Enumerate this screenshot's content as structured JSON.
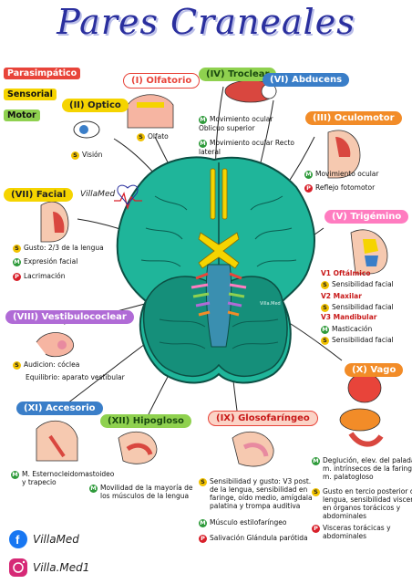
{
  "title": "Pares Craneales",
  "legend": {
    "para": "Parasimpático",
    "sens": "Sensorial",
    "motor": "Motor"
  },
  "brand": "VillaMed",
  "brain_label": "Villa.Med",
  "colors": {
    "para": "#e8443a",
    "sens": "#f5d400",
    "motor": "#8fd14f",
    "brain": "#1fb59a",
    "brain_dark": "#0f7a68"
  },
  "nerves": {
    "I": {
      "num": "(I)",
      "name": "Olfatorio",
      "lines": [
        {
          "type": "S",
          "text": "Olfato"
        }
      ]
    },
    "II": {
      "num": "(II)",
      "name": "Optico",
      "lines": [
        {
          "type": "S",
          "text": "Visión"
        }
      ]
    },
    "IV": {
      "num": "(IV)",
      "name": "Troclear",
      "lines": [
        {
          "type": "M",
          "text": "Movimiento ocular Oblicuo superior"
        }
      ]
    },
    "VI": {
      "num": "(VI)",
      "name": "Abducens",
      "lines": [
        {
          "type": "M",
          "text": "Movimiento ocular Recto lateral"
        }
      ]
    },
    "III": {
      "num": "(III)",
      "name": "Oculomotor",
      "lines": [
        {
          "type": "M",
          "text": "Movimiento ocular"
        },
        {
          "type": "P",
          "text": "Reflejo fotomotor"
        }
      ]
    },
    "VII": {
      "num": "(VII)",
      "name": "Facial",
      "lines": [
        {
          "type": "S",
          "text": "Gusto: 2/3 de la lengua"
        },
        {
          "type": "M",
          "text": "Expresión facial"
        },
        {
          "type": "P",
          "text": "Lacrimación"
        }
      ]
    },
    "V": {
      "num": "(V)",
      "name": "Trigémino",
      "v1": "V1 Oftálmico",
      "v1s": "Sensibilidad facial",
      "v2": "V2 Maxilar",
      "v2s": "Sensibilidad facial",
      "v3": "V3 Mandibular",
      "v3m": "Masticación",
      "v3s": "Sensibilidad facial"
    },
    "VIII": {
      "num": "(VIII)",
      "name": "Vestibulococlear",
      "l1": "Audicion: cóclea",
      "l2": "Equilibrio: aparato vestibular"
    },
    "X": {
      "num": "(X)",
      "name": "Vago",
      "l1a": "Deglución, elev. del paladar",
      "l1b": "m. intrínsecos de la faringe",
      "l1c": "m. palatogloso",
      "l2a": "Gusto en tercio posterior de",
      "l2b": "lengua, sensibilidad visceral",
      "l2c": "en órganos torácicos y",
      "l2d": "abdominales",
      "l3a": "Visceras torácicas y",
      "l3b": "abdominales"
    },
    "XI": {
      "num": "(XI)",
      "name": "Accesorio",
      "l1": "M. Esternocleidomastoideo",
      "l2": "y trapecio"
    },
    "XII": {
      "num": "(XII)",
      "name": "Hipogloso",
      "l1": "Movilidad de la mayoría de",
      "l2": "los músculos de la lengua"
    },
    "IX": {
      "num": "(IX)",
      "name": "Glosofaríngeo",
      "l1a": "Sensibilidad y gusto: V3 post.",
      "l1b": "de la lengua, sensibilidad en",
      "l1c": "faringe, oído medio, amígdala",
      "l1d": "palatina y trompa auditiva",
      "l2": "Músculo estilofaríngeo",
      "l3": "Salivación Glándula parótida"
    }
  },
  "social": {
    "facebook": "VillaMed",
    "instagram": "Villa.Med1"
  }
}
